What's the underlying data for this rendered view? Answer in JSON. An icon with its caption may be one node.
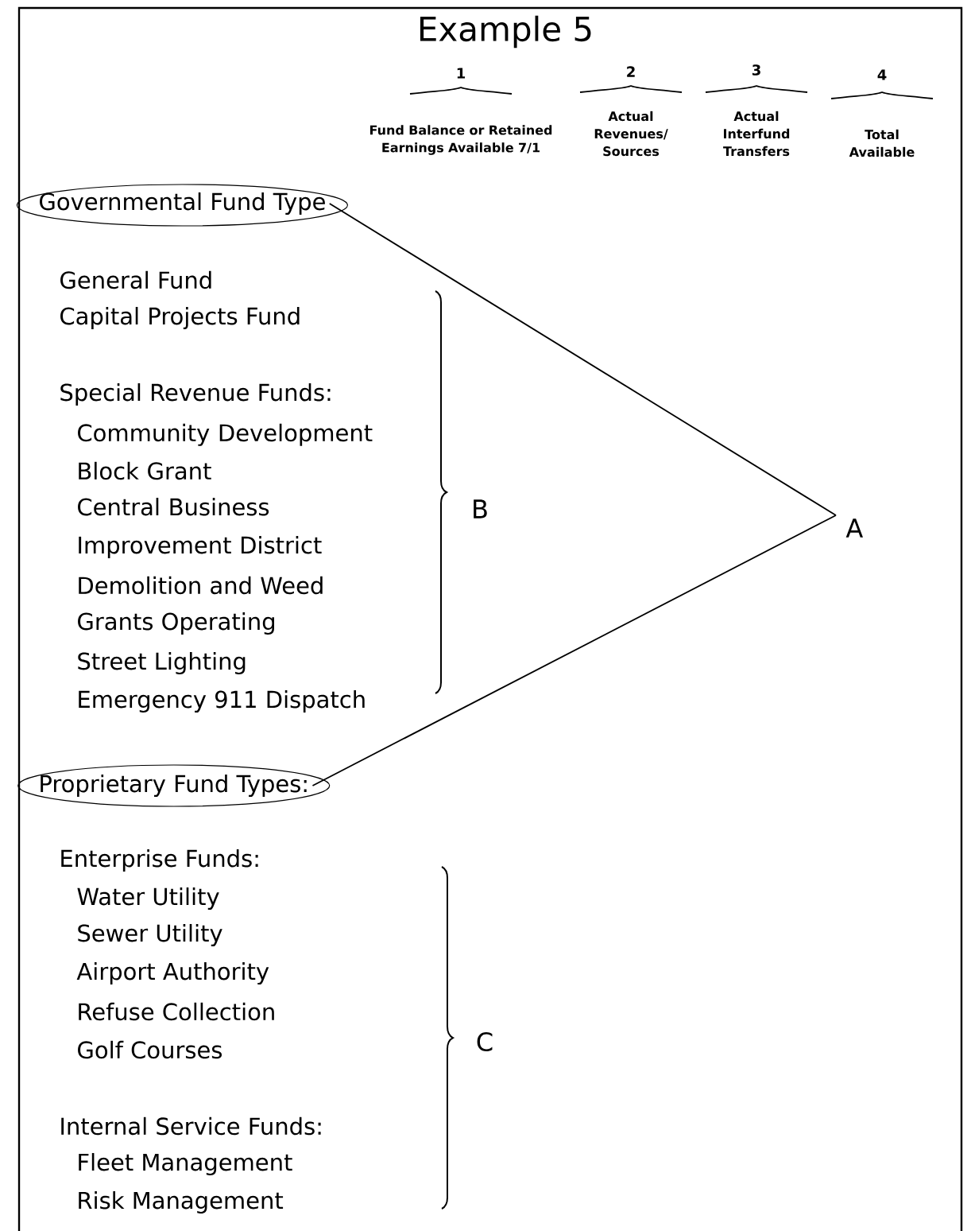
{
  "diagram": {
    "title": "Example 5",
    "nodes": [
      {
        "text": [
          "Governmental Fund Type"
        ]
      },
      {
        "text": [
          "Proprietary Fund Types:"
        ]
      },
      {
        "text": [
          "A"
        ]
      }
    ],
    "edges": [
      {
        "from": 0,
        "to": 2,
        "arrow": "none"
      },
      {
        "from": 1,
        "to": 2,
        "arrow": "none"
      }
    ],
    "labels": [
      "1",
      "2",
      "3",
      "4",
      "Fund Balance or Retained Earnings Available 7/1",
      "Actual Revenues/ Sources",
      "Actual Interfund Transfers",
      "Total Available",
      "General Fund",
      "Capital Projects Fund",
      "Special Revenue Funds:",
      "Community Development Block Grant",
      "Central Business Improvement District",
      "Demolition and Weed",
      "Grants Operating",
      "Street Lighting",
      "Emergency 911 Dispatch",
      "B",
      "Enterprise Funds:",
      "Water Utility",
      "Sewer Utility",
      "Airport Authority",
      "Refuse Collection",
      "Golf Courses",
      "Internal Service Funds:",
      "Fleet Management",
      "Risk Management",
      "C"
    ]
  }
}
